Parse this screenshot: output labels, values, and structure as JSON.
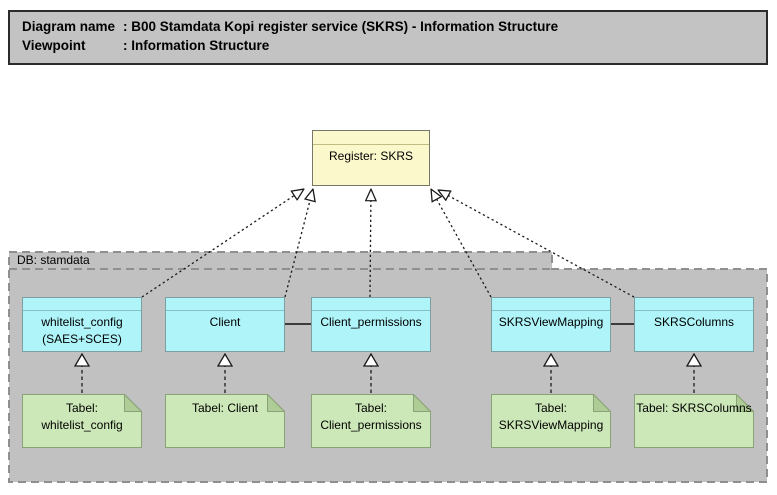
{
  "header": {
    "rows": [
      {
        "label": "Diagram name",
        "value": ": B00 Stamdata Kopi register service (SKRS) - Information Structure"
      },
      {
        "label": "Viewpoint",
        "value": ": Information Structure"
      }
    ]
  },
  "register": {
    "title": "Register: SKRS"
  },
  "grouping": {
    "title": "DB: stamdata"
  },
  "entities": [
    {
      "line1": "whitelist_config",
      "line2": "(SAES+SCES)"
    },
    {
      "line1": "Client",
      "line2": ""
    },
    {
      "line1": "Client_permissions",
      "line2": ""
    },
    {
      "line1": "SKRSViewMapping",
      "line2": ""
    },
    {
      "line1": "SKRSColumns",
      "line2": ""
    }
  ],
  "notes": [
    {
      "line1": "Tabel:",
      "line2": "whitelist_config"
    },
    {
      "line1": "Tabel: Client",
      "line2": ""
    },
    {
      "line1": "Tabel:",
      "line2": "Client_permissions"
    },
    {
      "line1": "Tabel:",
      "line2": "SKRSViewMapping"
    },
    {
      "line1": "Tabel: SKRSColumns",
      "line2": ""
    }
  ],
  "relations": {
    "realization_count": 5,
    "note_link_count": 5,
    "association_count": 2
  },
  "colors": {
    "register_fill": "#fbf8cc",
    "entity_fill": "#aff4f8",
    "note_fill": "#cde8b8",
    "note_fold": "#aecd96",
    "grouping_fill": "#c1c1c1",
    "grouping_border": "#8f8f8f",
    "header_fill": "#c3c3c3",
    "line_color": "#1a1a1a"
  }
}
